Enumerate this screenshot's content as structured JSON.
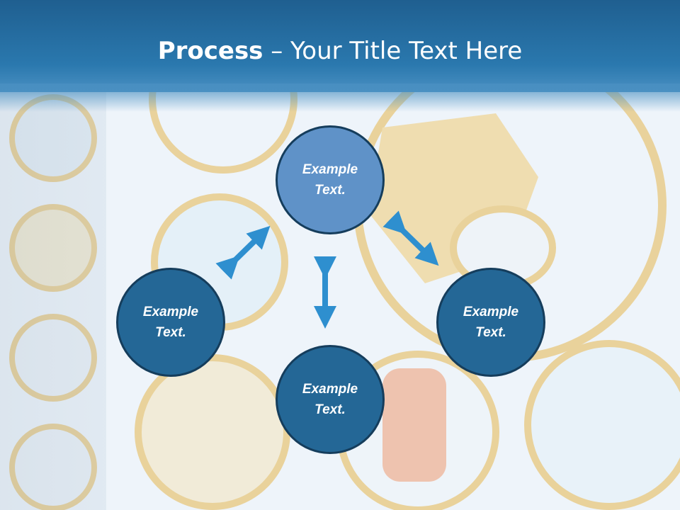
{
  "slide": {
    "title_bold": "Process",
    "title_rest": " – Your Title Text Here"
  },
  "nodes": {
    "top": {
      "line1": "Example",
      "line2": "Text."
    },
    "left": {
      "line1": "Example",
      "line2": "Text."
    },
    "right": {
      "line1": "Example",
      "line2": "Text."
    },
    "bottom": {
      "line1": "Example",
      "line2": "Text."
    }
  },
  "colors": {
    "header": "#2a78ae",
    "node_dark": "#246796",
    "node_light": "#5f92c8",
    "arrow": "#2e8fcf"
  }
}
